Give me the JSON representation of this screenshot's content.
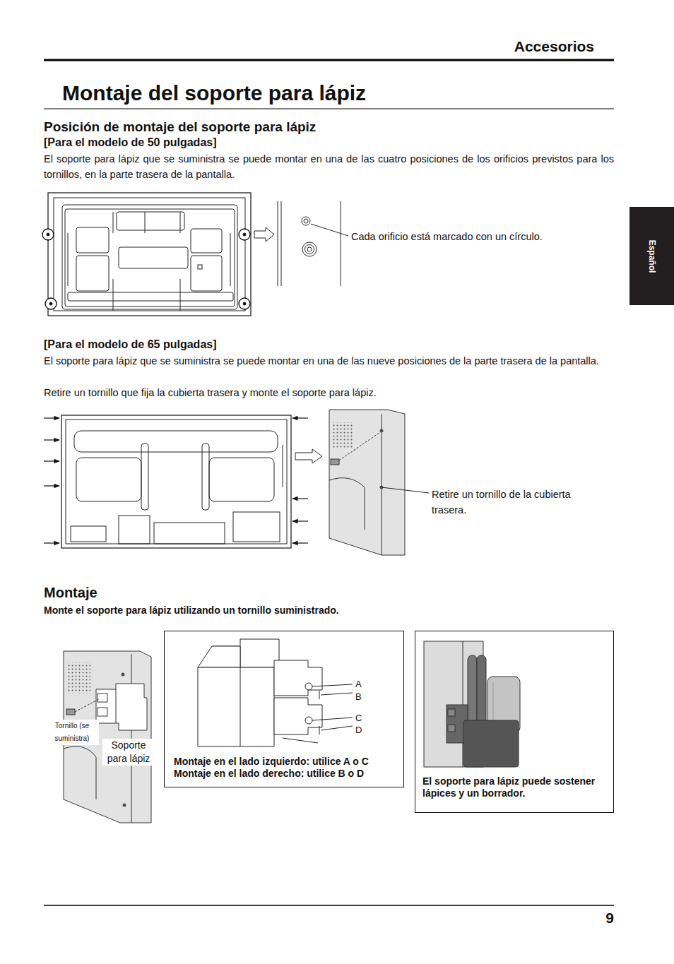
{
  "diagram": {
    "title": "Montaje del soporte para lápiz",
    "nodes": [
      {
        "text": [
          "Español"
        ]
      },
      {
        "text": [
          "Montaje en el lado izquierdo: utilice A o C",
          "Montaje en el lado derecho: utilice B o D"
        ]
      },
      {
        "text": [
          "El soporte para lápiz puede sostener lápices y un borrador."
        ]
      }
    ],
    "edges": [],
    "labels": [
      "Accesorios",
      "Posición de montaje del soporte para lápiz",
      "[Para el modelo de 50 pulgadas]",
      "El soporte para lápiz que se suministra se puede montar en una de las cuatro posiciones de los orificios previstos para los tornillos, en la parte trasera de la pantalla.",
      "Cada orificio está marcado con un círculo.",
      "[Para el modelo de 65 pulgadas]",
      "El soporte para lápiz que se suministra se puede montar en una de las nueve posiciones de la parte trasera de la pantalla.",
      "Retire un tornillo que fija la cubierta trasera y monte el soporte para lápiz.",
      "Retire un tornillo de la cubierta trasera.",
      "Montaje",
      "Monte el soporte para lápiz utilizando un tornillo suministrado.",
      "Tornillo (se suministra)",
      "Soporte para lápiz",
      "A",
      "B",
      "C",
      "D",
      "9"
    ]
  }
}
